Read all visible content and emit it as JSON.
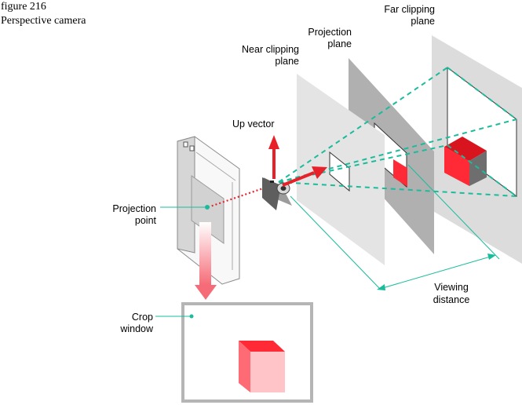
{
  "figure": {
    "number": "figure 216",
    "title": "Perspective camera"
  },
  "labels": {
    "far_clipping_plane": [
      "Far clipping",
      "plane"
    ],
    "projection_plane": [
      "Projection",
      "plane"
    ],
    "near_clipping_plane": [
      "Near clipping",
      "plane"
    ],
    "up_vector": "Up vector",
    "projection_point": [
      "Projection",
      "point"
    ],
    "crop_window": [
      "Crop",
      "window"
    ],
    "viewing_distance": [
      "Viewing",
      "distance"
    ]
  },
  "colors": {
    "near_plane": "#e4e4e4",
    "projection_plane": "#b0b0b0",
    "far_plane": "#dcdcdc",
    "frustum": "#1abc9c",
    "vector": "#e8202a",
    "cube_front": "#ff2a35",
    "cube_side": "#6e6e6e",
    "crop_cube_front": "#ffc4c8",
    "crop_cube_side": "#ff6b75",
    "crop_frame": "#b5b5b5",
    "leader": "#1abc9c"
  }
}
